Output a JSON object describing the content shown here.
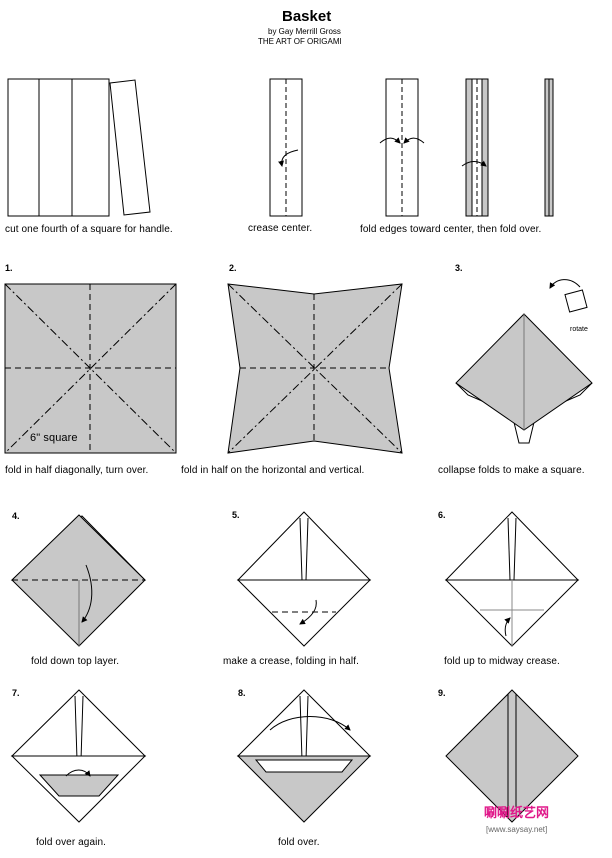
{
  "header": {
    "title": "Basket",
    "author": "by Gay Merrill Gross",
    "book": "THE ART OF ORIGAMI"
  },
  "captions": {
    "cut": "cut one fourth of a square for handle.",
    "crease_center": "crease center.",
    "fold_edges": "fold edges toward center, then fold over.",
    "step1": "fold in half diagonally, turn over.",
    "step2": "fold in half on the horizontal and vertical.",
    "step3": "collapse folds to make a square.",
    "step4": "fold down top layer.",
    "step5": "make a crease, folding in half.",
    "step6": "fold up to midway crease.",
    "step7": "fold over again.",
    "step8": "fold over."
  },
  "step_numbers": [
    "1.",
    "2.",
    "3.",
    "4.",
    "5.",
    "6.",
    "7.",
    "8.",
    "9."
  ],
  "labels": {
    "square_size": "6\" square",
    "rotate": "rotate"
  },
  "watermark": {
    "site_name": "唰唰纸艺网",
    "site_url": "[www.saysay.net]"
  },
  "colors": {
    "paper_gray": "#c8c8c8",
    "line": "#000000",
    "watermark_red": "#e0198a"
  }
}
